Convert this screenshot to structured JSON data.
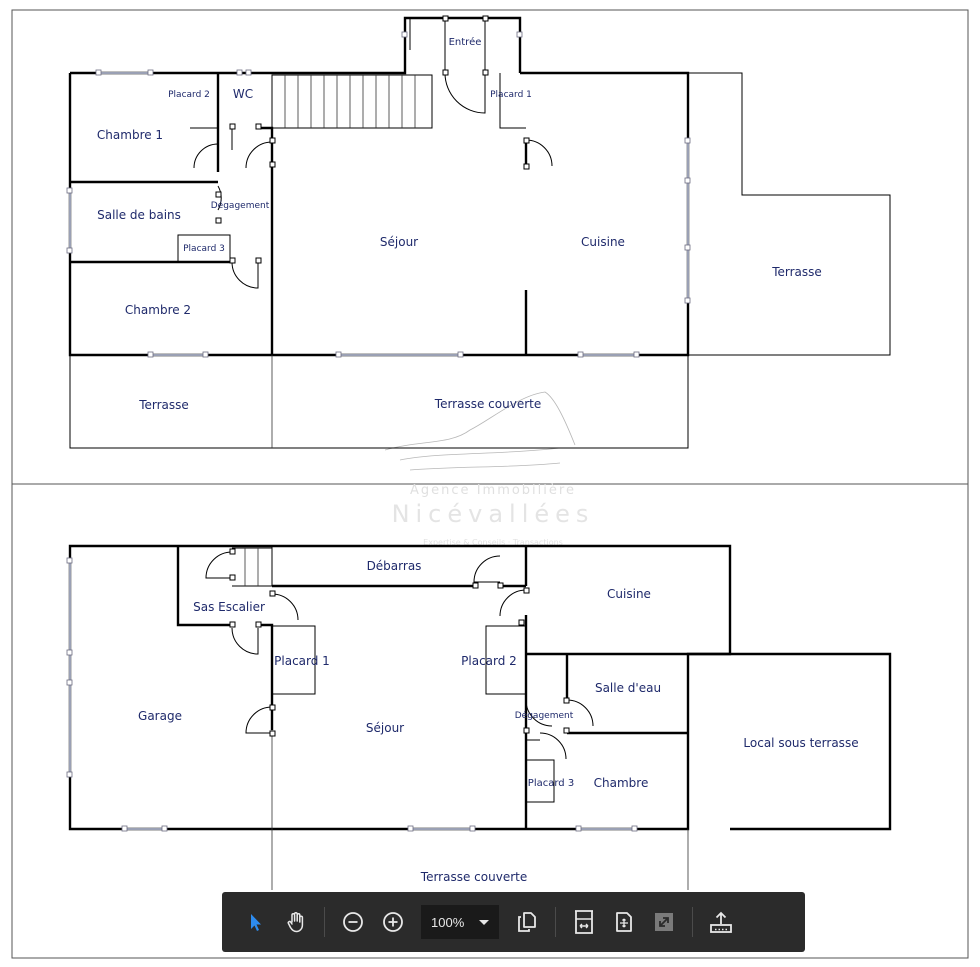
{
  "plan_upper": {
    "rooms": {
      "entree": "Entrée",
      "placard_2": "Placard 2",
      "wc": "WC",
      "placard_1": "Placard 1",
      "chambre_1": "Chambre 1",
      "degagement": "Dégagement",
      "salle_de_bains": "Salle de bains",
      "placard_3": "Placard 3",
      "sejour": "Séjour",
      "cuisine": "Cuisine",
      "terrasse_right": "Terrasse",
      "chambre_2": "Chambre 2",
      "terrasse_left": "Terrasse",
      "terrasse_couverte": "Terrasse couverte"
    }
  },
  "plan_lower": {
    "rooms": {
      "debarras": "Débarras",
      "cuisine": "Cuisine",
      "sas_escalier": "Sas Escalier",
      "placard_1": "Placard 1",
      "placard_2": "Placard 2",
      "salle_d_eau": "Salle d'eau",
      "garage": "Garage",
      "sejour": "Séjour",
      "degagement": "Dégagement",
      "local_sous_terrasse": "Local sous terrasse",
      "placard_3": "Placard 3",
      "chambre": "Chambre",
      "terrasse_couverte": "Terrasse couverte"
    }
  },
  "watermark": {
    "line1": "Agence Immobilière",
    "line2": "Nicévallées",
    "line3": "Expertise & Conseils · Transactions"
  },
  "toolbar": {
    "zoom_level": "100%",
    "icons": {
      "select": "cursor-arrow-icon",
      "pan": "hand-icon",
      "zoom_out": "zoom-out-icon",
      "zoom_in": "zoom-in-icon",
      "rotate": "rotate-pages-icon",
      "fit_width": "fit-width-icon",
      "fit_page": "fit-page-icon",
      "full_screen": "full-screen-icon",
      "download": "download-icon"
    },
    "colors": {
      "background": "#2b2b2b",
      "icon": "#e8e8e8",
      "active": "#2d8cf0"
    }
  }
}
